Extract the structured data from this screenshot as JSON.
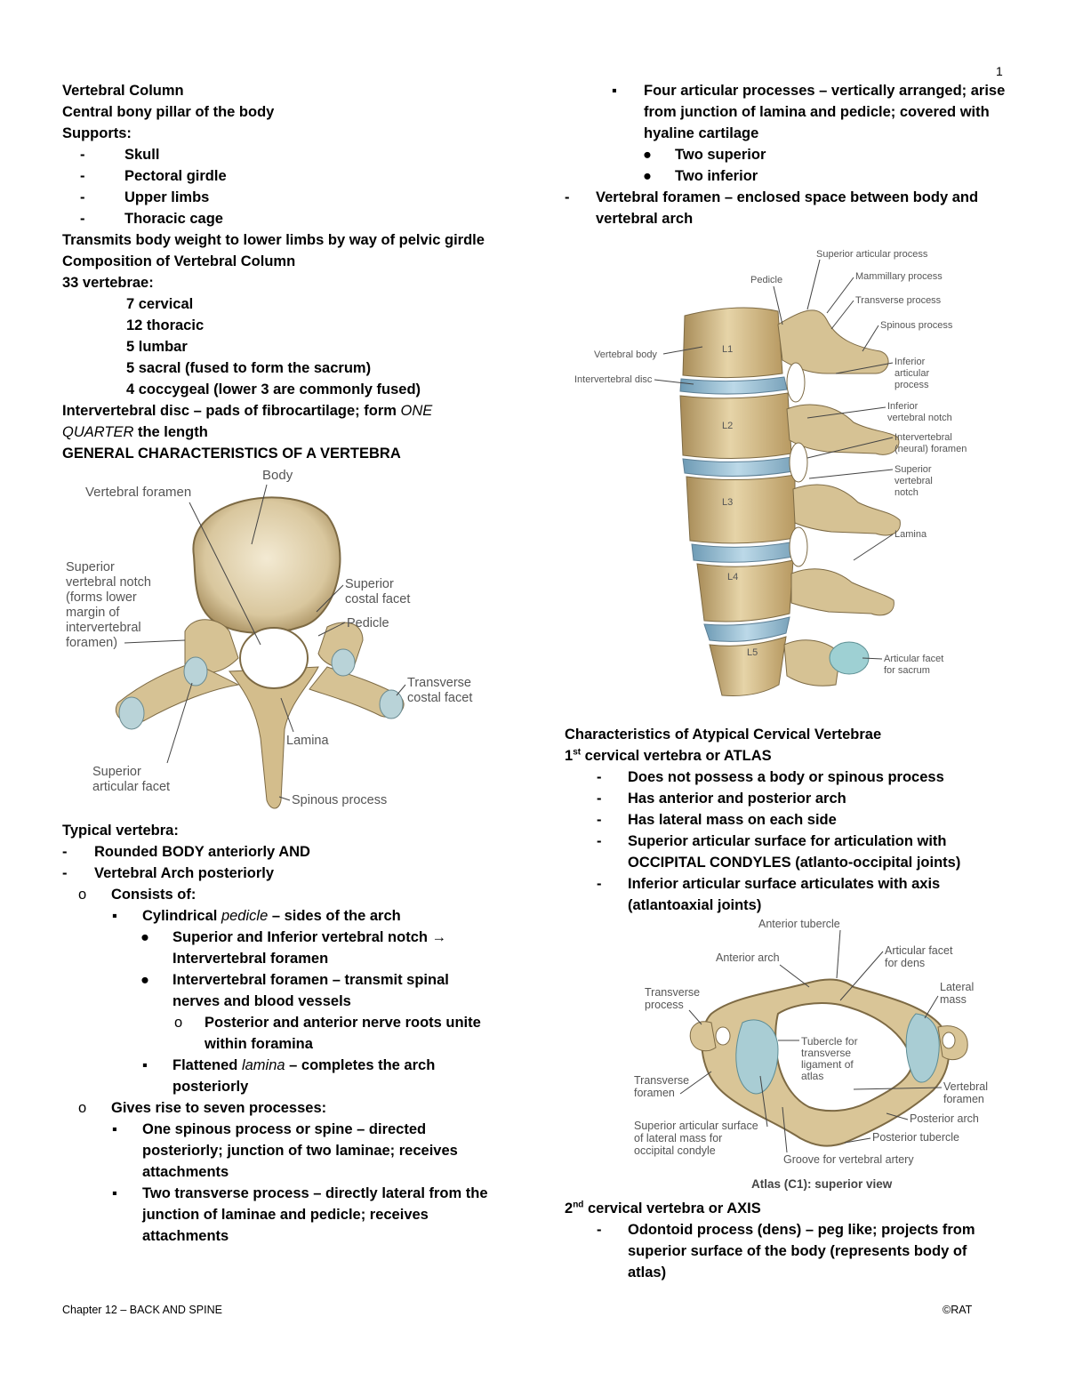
{
  "page_number": "1",
  "left": {
    "title": "Vertebral Column",
    "subtitle": "Central bony pillar of the body",
    "supports_label": "Supports:",
    "supports": [
      "Skull",
      "Pectoral girdle",
      "Upper limbs",
      "Thoracic cage"
    ],
    "transmits": "Transmits body weight to lower limbs by way of pelvic girdle",
    "composition_heading": "Composition of Vertebral Column",
    "vertebrae_label": "33 vertebrae:",
    "vertebrae": [
      "7 cervical",
      "12 thoracic",
      "5 lumbar",
      "5 sacral (fused to form the sacrum)",
      "4 coccygeal (lower 3 are commonly fused)"
    ],
    "disc_pre": "Intervertebral disc – pads of fibrocartilage; form ",
    "disc_em1": "ONE",
    "disc_em2": "QUARTER",
    "disc_post": " the length",
    "general_heading": "GENERAL CHARACTERISTICS OF A VERTEBRA",
    "fig1_labels": {
      "body": "Body",
      "vertebral_foramen": "Vertebral foramen",
      "superior_notch": [
        "Superior",
        "vertebral notch",
        "(forms lower",
        "margin of",
        "intervertebral",
        "foramen)"
      ],
      "superior_costal": [
        "Superior",
        "costal facet"
      ],
      "pedicle": "Pedicle",
      "transverse_costal": [
        "Transverse",
        "costal facet"
      ],
      "lamina": "Lamina",
      "superior_articular": [
        "Superior",
        "articular facet"
      ],
      "spinous": "Spinous process"
    },
    "typical_label": "Typical vertebra:",
    "typical_1": "Rounded BODY anteriorly AND",
    "typical_2": "Vertebral Arch posteriorly",
    "consists": "Consists of:",
    "pedicle_pre": "Cylindrical ",
    "pedicle_em": "pedicle",
    "pedicle_post": " – sides of the arch",
    "notch_1": "Superior and Inferior vertebral notch →",
    "notch_2": "Intervertebral foramen",
    "ivf_1": "Intervertebral foramen – transmit spinal",
    "ivf_2": "nerves and blood vessels",
    "roots_1": "Posterior and anterior nerve roots unite",
    "roots_2": "within foramina",
    "lamina_pre": "Flattened ",
    "lamina_em": "lamina",
    "lamina_post": " – completes the arch",
    "lamina_2": "posteriorly",
    "gives": "Gives rise to seven processes:",
    "spinous_1": "One spinous process or spine – directed",
    "spinous_2": "posteriorly; junction of two laminae; receives",
    "spinous_3": "attachments",
    "transverse_1": "Two transverse process – directly lateral from the",
    "transverse_2": "junction of laminae and pedicle; receives",
    "transverse_3": "attachments"
  },
  "right": {
    "articular_1": "Four articular processes – vertically arranged; arise",
    "articular_2": "from junction of lamina and pedicle; covered with",
    "articular_3": "hyaline cartilage",
    "two_superior": "Two superior",
    "two_inferior": "Two inferior",
    "vf_1": "Vertebral foramen – enclosed space between body and",
    "vf_2": "vertebral arch",
    "fig2_labels": {
      "superior_articular": "Superior articular process",
      "pedicle": "Pedicle",
      "mammillary": "Mammillary process",
      "transverse": "Transverse process",
      "spinous": "Spinous process",
      "vertebral_body": "Vertebral body",
      "intervertebral_disc": "Intervertebral disc",
      "inferior_articular": [
        "Inferior",
        "articular",
        "process"
      ],
      "inferior_notch": [
        "Inferior",
        "vertebral notch"
      ],
      "intervertebral_foramen": [
        "Intervertebral",
        "(neural) foramen"
      ],
      "superior_notch": [
        "Superior",
        "vertebral",
        "notch"
      ],
      "lamina": "Lamina",
      "articular_facet_sacrum": [
        "Articular facet",
        "for sacrum"
      ],
      "levels": [
        "L1",
        "L2",
        "L3",
        "L4",
        "L5"
      ]
    },
    "atypical_heading": "Characteristics of Atypical Cervical Vertebrae",
    "atlas_pre": "1",
    "atlas_sup": "st",
    "atlas_post": " cervical vertebra or ATLAS",
    "atlas_items": [
      "Does not possess a body or spinous process",
      "Has anterior and posterior arch",
      "Has lateral mass on each side"
    ],
    "atlas_sup_1": "Superior articular surface for articulation with",
    "atlas_sup_2": "OCCIPITAL CONDYLES (atlanto-occipital joints)",
    "atlas_inf_1": "Inferior articular surface articulates with axis",
    "atlas_inf_2": "(atlantoaxial joints)",
    "fig3_labels": {
      "anterior_tubercle": "Anterior tubercle",
      "anterior_arch": "Anterior arch",
      "facet_dens": [
        "Articular facet",
        "for dens"
      ],
      "transverse_process": [
        "Transverse",
        "process"
      ],
      "lateral_mass": [
        "Lateral",
        "mass"
      ],
      "tubercle_ligament": [
        "Tubercle for",
        "transverse",
        "ligament of",
        "atlas"
      ],
      "transverse_foramen": [
        "Transverse",
        "foramen"
      ],
      "vertebral_foramen": [
        "Vertebral",
        "foramen"
      ],
      "superior_surface": [
        "Superior articular surface",
        "of lateral mass for",
        "occipital condyle"
      ],
      "posterior_arch": "Posterior arch",
      "posterior_tubercle": "Posterior tubercle",
      "groove": "Groove for vertebral artery",
      "caption": "Atlas (C1): superior view"
    },
    "axis_pre": "2",
    "axis_sup": "nd",
    "axis_post": " cervical vertebra or AXIS",
    "axis_1": "Odontoid process (dens) – peg like; projects from",
    "axis_2": "superior surface of the body (represents body of",
    "axis_3": "atlas)"
  },
  "footer": {
    "chapter": "Chapter 12 – BACK AND SPINE",
    "credit": "©RAT"
  }
}
